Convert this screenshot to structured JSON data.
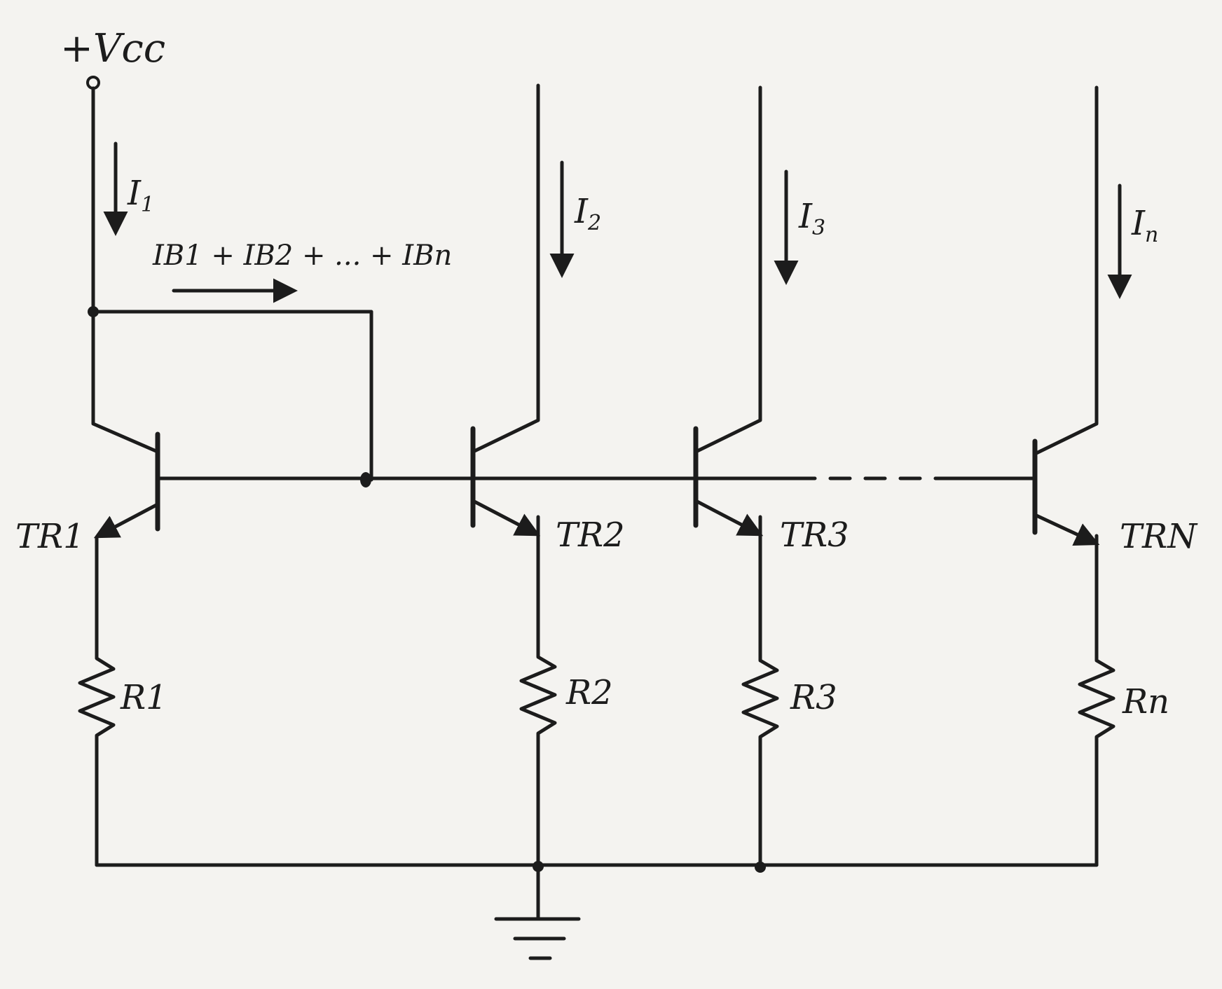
{
  "supply": {
    "label": "+Vcc"
  },
  "base_current": {
    "label": "IB1 + IB2 + ... + IBn"
  },
  "stages": [
    {
      "transistor": "TR1",
      "resistor": "R1",
      "current_main": "I",
      "current_sub": "1"
    },
    {
      "transistor": "TR2",
      "resistor": "R2",
      "current_main": "I",
      "current_sub": "2"
    },
    {
      "transistor": "TR3",
      "resistor": "R3",
      "current_main": "I",
      "current_sub": "3"
    },
    {
      "transistor": "TRN",
      "resistor": "Rn",
      "current_main": "I",
      "current_sub": "n"
    }
  ],
  "colors": {
    "ink": "#1c1c1c",
    "paper": "#f4f3f0"
  }
}
